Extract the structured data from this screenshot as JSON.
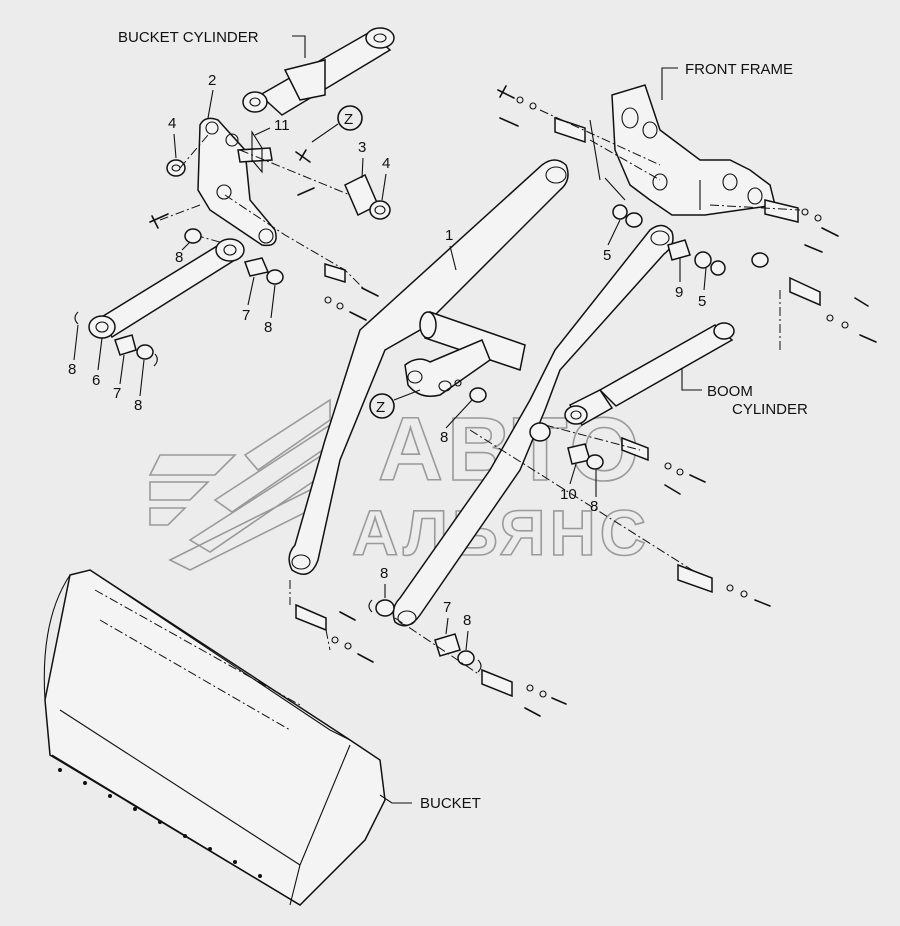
{
  "labels": {
    "bucket_cylinder": "BUCKET CYLINDER",
    "front_frame": "FRONT FRAME",
    "boom_cylinder_1": "BOOM",
    "boom_cylinder_2": "CYLINDER",
    "bucket": "BUCKET"
  },
  "callouts": {
    "z_top": "Z",
    "z_mid": "Z",
    "n1": "1",
    "n2": "2",
    "n3": "3",
    "n4a": "4",
    "n4b": "4",
    "n5a": "5",
    "n5b": "5",
    "n6": "6",
    "n7a": "7",
    "n7b": "7",
    "n7c": "7",
    "n8a": "8",
    "n8b": "8",
    "n8c": "8",
    "n8d": "8",
    "n8e": "8",
    "n8f": "8",
    "n8g": "8",
    "n8h": "8",
    "n9": "9",
    "n10": "10",
    "n11": "11"
  },
  "watermark": {
    "line1": "АВТО",
    "line2": "АЛЬЯНС"
  }
}
